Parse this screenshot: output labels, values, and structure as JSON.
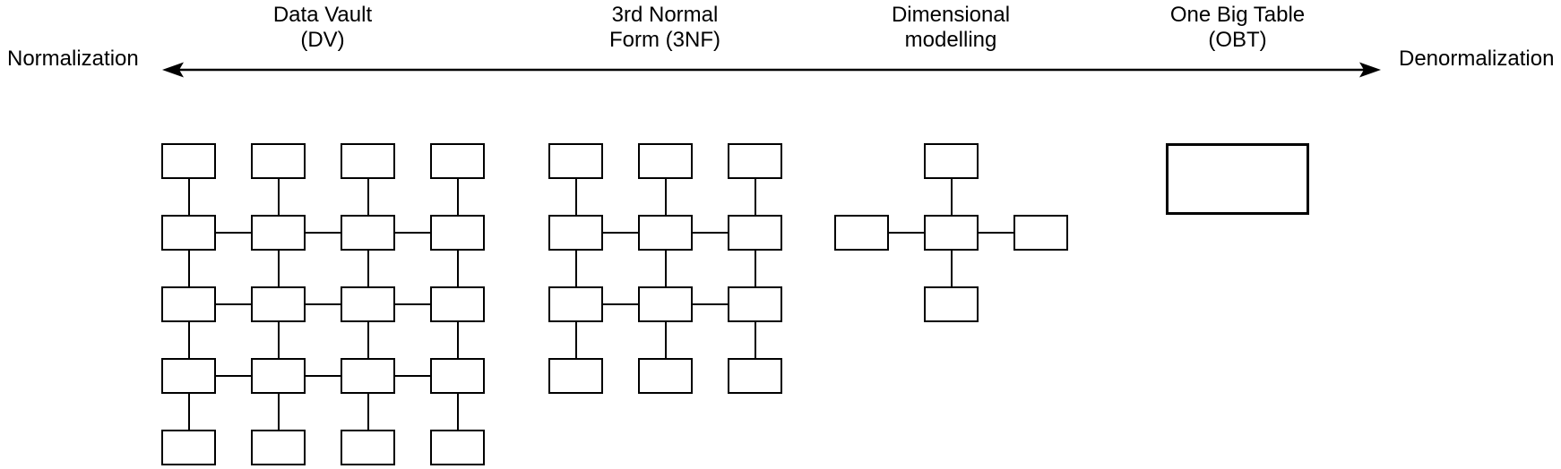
{
  "axis": {
    "left_label": "Normalization",
    "right_label": "Denormalization"
  },
  "colors": {
    "line": "#000000",
    "background": "#ffffff",
    "box_fill": "#ffffff"
  },
  "schemas": [
    {
      "id": "data-vault",
      "label_line1": "Data Vault",
      "label_line2": "(DV)",
      "type": "grid",
      "cols": 4,
      "rows": 5,
      "h_linked_rows": [
        1,
        2,
        3
      ],
      "box_count": 20
    },
    {
      "id": "3nf",
      "label_line1": "3rd Normal",
      "label_line2": "Form (3NF)",
      "type": "grid",
      "cols": 3,
      "rows": 4,
      "h_linked_rows": [
        1,
        2
      ],
      "box_count": 12
    },
    {
      "id": "dimensional",
      "label_line1": "Dimensional",
      "label_line2": "modelling",
      "type": "star",
      "box_count": 5
    },
    {
      "id": "obt",
      "label_line1": "One Big Table",
      "label_line2": "(OBT)",
      "type": "single",
      "box_count": 1
    }
  ]
}
